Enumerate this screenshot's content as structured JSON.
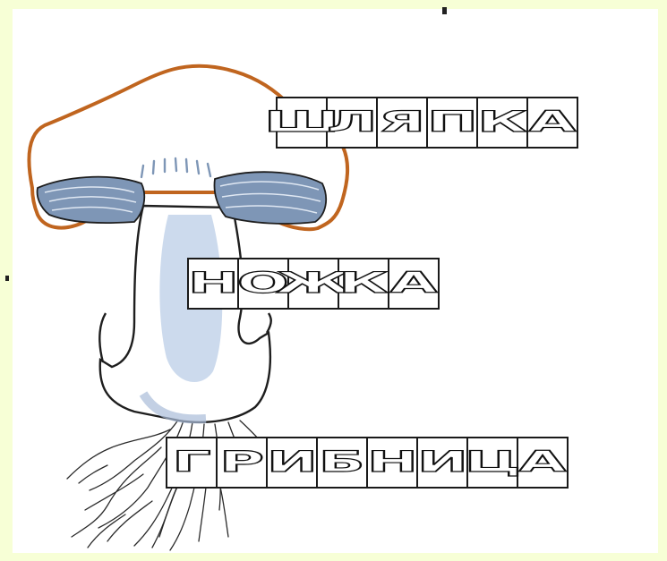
{
  "labels": [
    {
      "id": "cap",
      "letters": [
        "Ш",
        "Л",
        "Я",
        "П",
        "К",
        "А"
      ]
    },
    {
      "id": "stem",
      "letters": [
        "Н",
        "О",
        "Ж",
        "К",
        "А"
      ]
    },
    {
      "id": "mycelium",
      "letters": [
        "Г",
        "Р",
        "И",
        "Б",
        "Н",
        "И",
        "Ц",
        "А"
      ]
    }
  ],
  "colors": {
    "cap_outline": "#c0651f",
    "gills": "#7e96b6",
    "stem_shade": "#b9cbe4",
    "frame": "#f7ffd6"
  }
}
